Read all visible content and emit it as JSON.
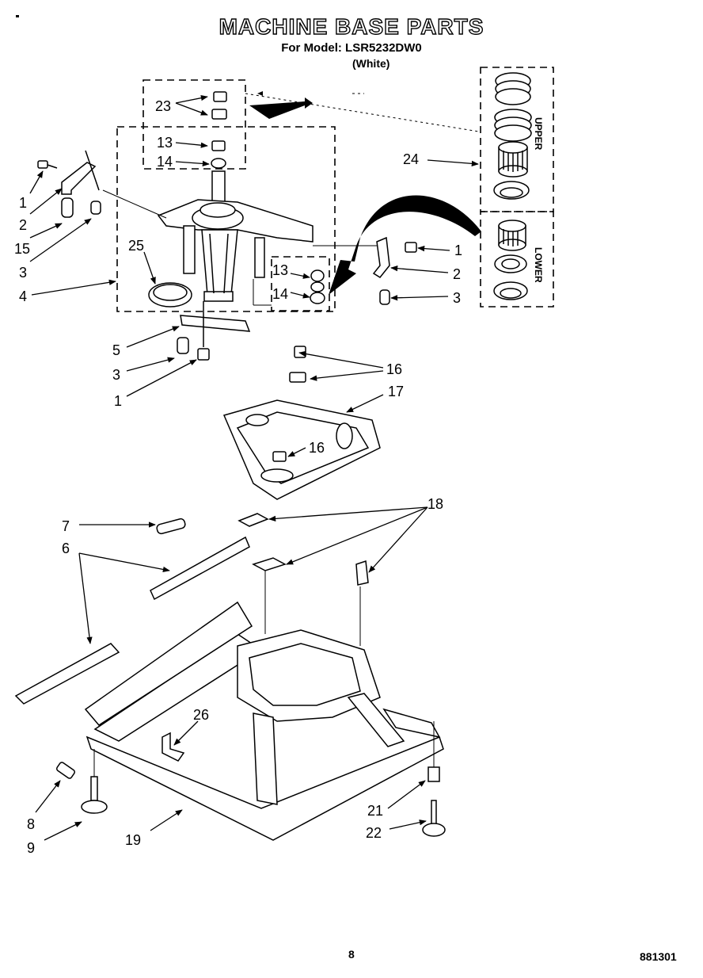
{
  "header": {
    "title": "MACHINE BASE PARTS",
    "model_line": "For Model: LSR5232DW0",
    "color_line": "(White)"
  },
  "footer": {
    "page_number": "8",
    "doc_code": "881301"
  },
  "inset": {
    "upper_label": "UPPER",
    "lower_label": "LOWER"
  },
  "callouts": [
    {
      "id": "c23",
      "text": "23"
    },
    {
      "id": "c13a",
      "text": "13"
    },
    {
      "id": "c14a",
      "text": "14"
    },
    {
      "id": "c1a",
      "text": "1"
    },
    {
      "id": "c2a",
      "text": "2"
    },
    {
      "id": "c15",
      "text": "15"
    },
    {
      "id": "c3a",
      "text": "3"
    },
    {
      "id": "c4",
      "text": "4"
    },
    {
      "id": "c25",
      "text": "25"
    },
    {
      "id": "c13b",
      "text": "13"
    },
    {
      "id": "c14b",
      "text": "14"
    },
    {
      "id": "c24",
      "text": "24"
    },
    {
      "id": "c1b",
      "text": "1"
    },
    {
      "id": "c2b",
      "text": "2"
    },
    {
      "id": "c3b",
      "text": "3"
    },
    {
      "id": "c5",
      "text": "5"
    },
    {
      "id": "c3c",
      "text": "3"
    },
    {
      "id": "c1c",
      "text": "1"
    },
    {
      "id": "c16a",
      "text": "16"
    },
    {
      "id": "c17",
      "text": "17"
    },
    {
      "id": "c16b",
      "text": "16"
    },
    {
      "id": "c7",
      "text": "7"
    },
    {
      "id": "c18",
      "text": "18"
    },
    {
      "id": "c6",
      "text": "6"
    },
    {
      "id": "c26",
      "text": "26"
    },
    {
      "id": "c8",
      "text": "8"
    },
    {
      "id": "c9",
      "text": "9"
    },
    {
      "id": "c19",
      "text": "19"
    },
    {
      "id": "c21",
      "text": "21"
    },
    {
      "id": "c22",
      "text": "22"
    }
  ]
}
